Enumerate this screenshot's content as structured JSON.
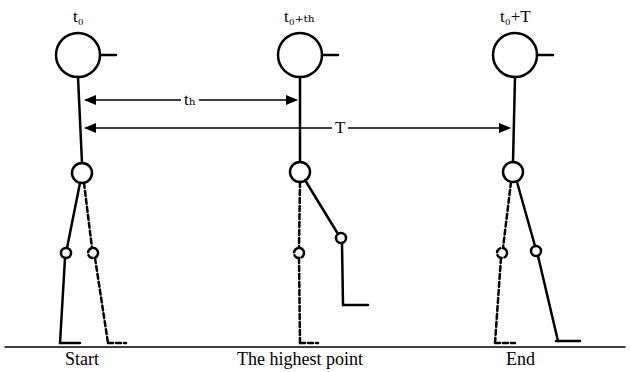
{
  "diagram": {
    "labels": [
      "t₀",
      "t₀₊ₜₕ",
      "t₀+T",
      "tₕ",
      "T",
      "Start",
      "The highest point",
      "End"
    ]
  }
}
